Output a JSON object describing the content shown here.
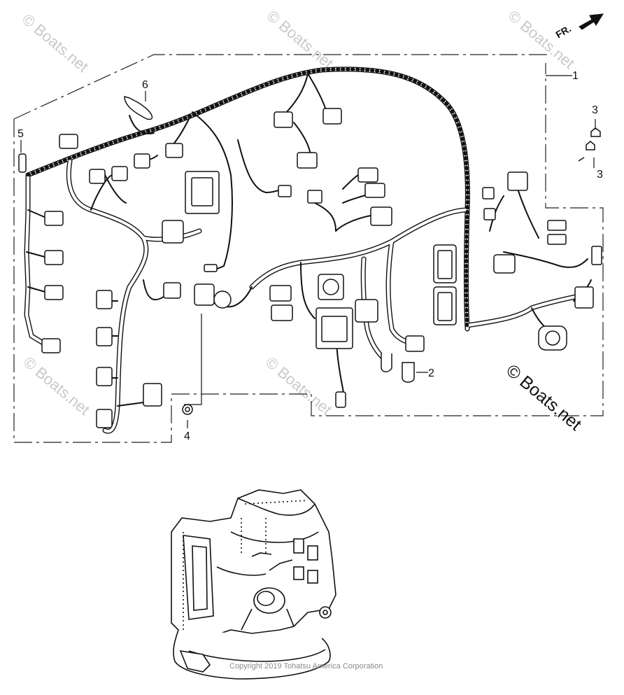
{
  "diagram": {
    "callouts": [
      {
        "id": "1",
        "label": "1"
      },
      {
        "id": "2",
        "label": "2"
      },
      {
        "id": "3a",
        "label": "3"
      },
      {
        "id": "3b",
        "label": "3"
      },
      {
        "id": "4",
        "label": "4"
      },
      {
        "id": "5",
        "label": "5"
      },
      {
        "id": "6",
        "label": "6"
      }
    ],
    "direction_label": "FR.",
    "watermark": "© Boats.net",
    "watermark_faint": "© Boats.net",
    "copyright": "Copyright 2019 Tohatsu America Corporation"
  },
  "colors": {
    "line": "#111111",
    "watermark": "#c9c9c9"
  }
}
